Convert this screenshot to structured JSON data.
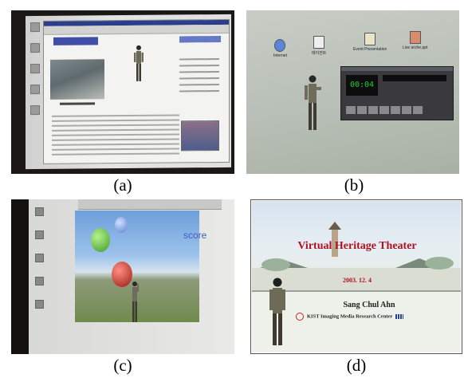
{
  "captions": {
    "a": "(a)",
    "b": "(b)",
    "c": "(c)",
    "d": "(d)"
  },
  "panel_b": {
    "icons": [
      "Internet",
      "에이전트",
      "Event Presentation",
      "Lise arche.ppt"
    ],
    "player_title": "WINAMP",
    "time": "00:04"
  },
  "panel_c": {
    "score": "score"
  },
  "panel_d": {
    "title": "Virtual Heritage Theater",
    "date": "2003. 12. 4",
    "name": "Sang Chul Ahn",
    "affiliation": "KIST Imaging Media Research Center"
  }
}
